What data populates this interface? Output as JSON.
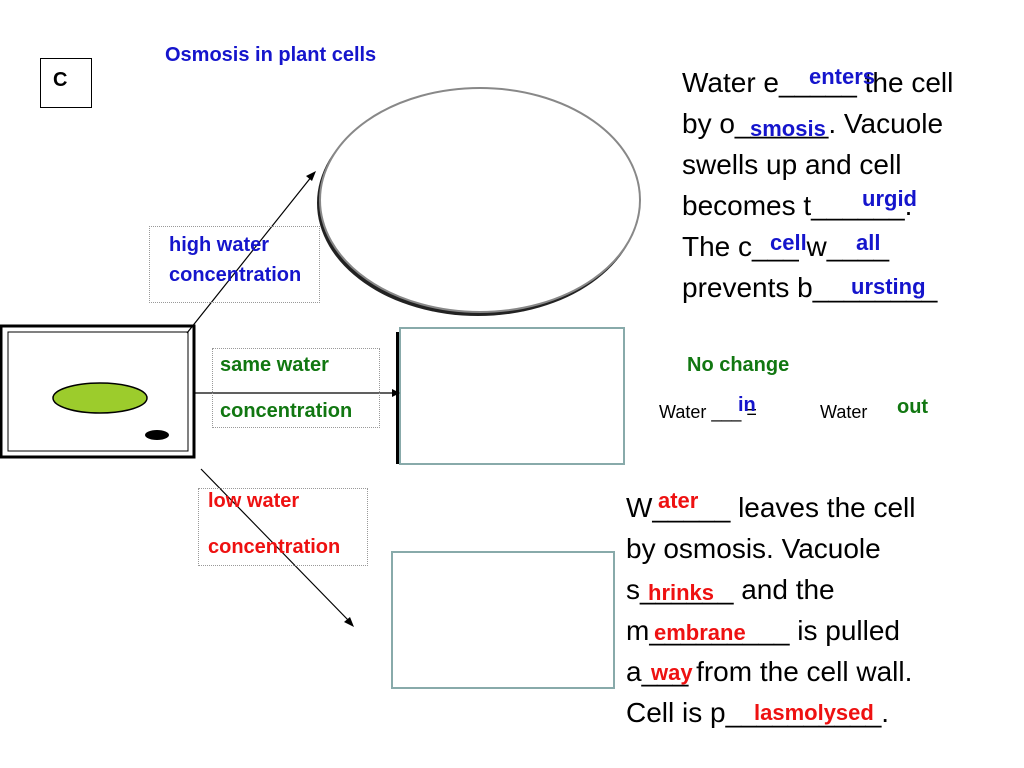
{
  "title": "Osmosis in plant cells",
  "label_letter": "C",
  "high_water": [
    "high water",
    "concentration"
  ],
  "same_water": [
    "same water",
    "concentration"
  ],
  "low_water": [
    "low water",
    "concentration"
  ],
  "turgid": {
    "lines": [
      "Water e_____ the cell",
      "by o______. Vacuole",
      "swells up and cell",
      "becomes t______.",
      "The c___ w____",
      "prevents b________"
    ],
    "answers": [
      "enters",
      "smosis",
      "urgid",
      "cell",
      "all",
      "ursting"
    ]
  },
  "no_change": {
    "heading": "No change",
    "left": "Water ___ =",
    "right": "Water",
    "answer_in": "in",
    "answer_out": "out"
  },
  "plasmolysed": {
    "lines": [
      "W_____ leaves the cell",
      "by osmosis. Vacuole",
      "s______ and the",
      "m_________ is pulled",
      "a___ from the cell wall.",
      "Cell is p__________."
    ],
    "answers": [
      "ater",
      "hrinks",
      "embrane",
      "way",
      "lasmolysed"
    ]
  }
}
